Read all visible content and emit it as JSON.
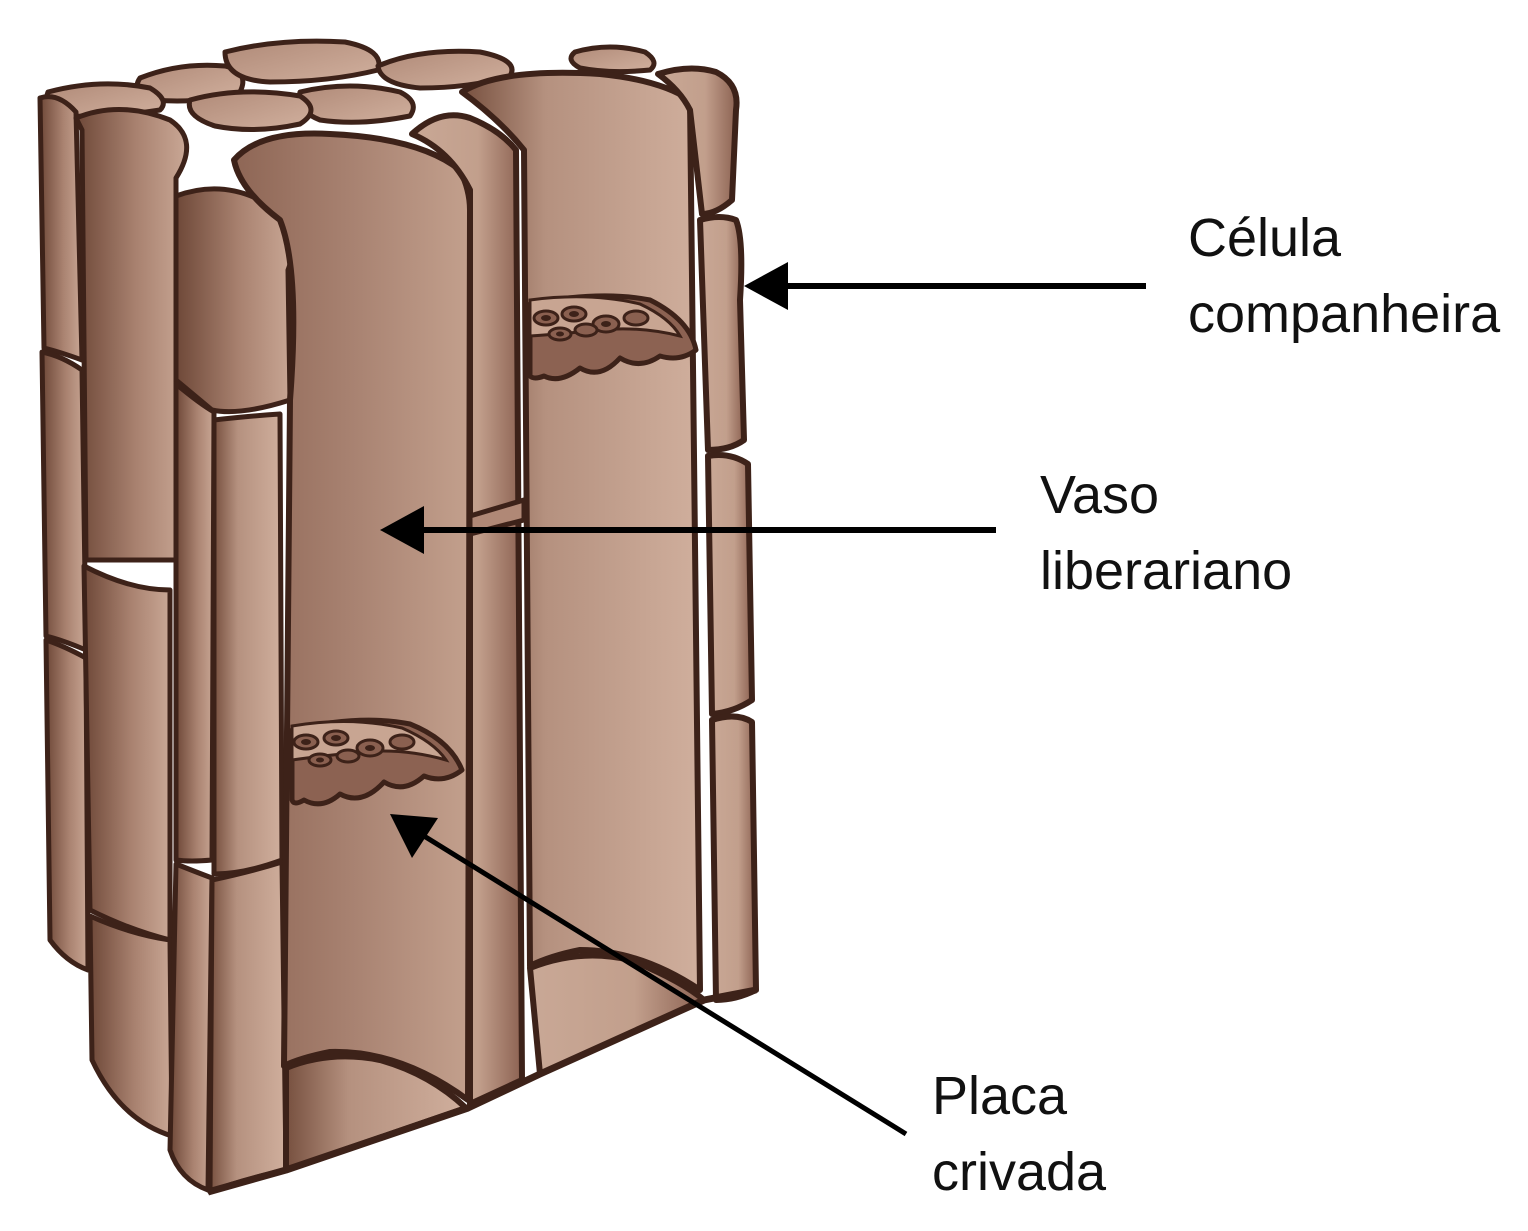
{
  "labels": {
    "companion_cell": {
      "line1": "Célula",
      "line2": "companheira"
    },
    "sieve_tube": {
      "line1": "Vaso",
      "line2": "liberariano"
    },
    "sieve_plate": {
      "line1": "Placa",
      "line2": "crivada"
    }
  },
  "colors": {
    "outline": "#3d2219",
    "cell_light": "#cfad9b",
    "cell_mid": "#b08876",
    "cell_dark": "#6b4536",
    "pore": "#8a6050",
    "arrow": "#000000"
  }
}
